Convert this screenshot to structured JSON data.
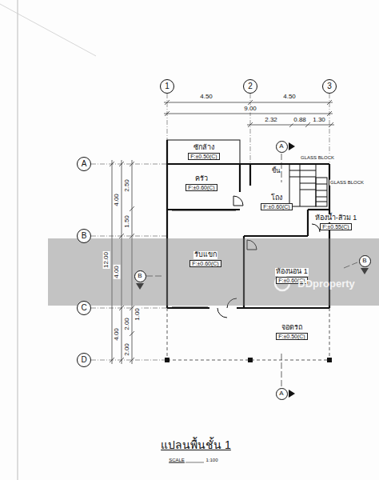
{
  "diagram": {
    "title": "แปลนพื้นชั้น 1",
    "nodes": [
      {
        "text": [
          "1"
        ]
      },
      {
        "text": [
          "2"
        ]
      },
      {
        "text": [
          "3"
        ]
      },
      {
        "text": [
          "A"
        ]
      },
      {
        "text": [
          "A"
        ]
      },
      {
        "text": [
          "ซักล้าง",
          "F:±0.50(C)"
        ]
      },
      {
        "text": [
          "ครัว",
          "F:±0.60(C)"
        ]
      },
      {
        "text": [
          "โถง",
          "F:±0.60(C)"
        ]
      },
      {
        "text": [
          "ห้องน้ำ-ส้วม 1",
          "F:±0.55(C)"
        ]
      },
      {
        "text": [
          "B"
        ]
      },
      {
        "text": [
          "B"
        ]
      },
      {
        "text": [
          "รับแขก",
          "F:±0.60(C)"
        ]
      },
      {
        "text": [
          "ห้องนอน 1",
          "F:±0.60(C)"
        ]
      },
      {
        "text": [
          "B"
        ]
      },
      {
        "text": [
          "C"
        ]
      },
      {
        "text": [
          "จอดรถ",
          "F:±0.50(C)"
        ]
      },
      {
        "text": [
          "D"
        ]
      },
      {
        "text": [
          "A"
        ]
      }
    ],
    "edges": [],
    "labels": [
      "4.50",
      "9.00",
      "4.50",
      "2.32",
      "0.88",
      "1.30",
      "12.00",
      "4.00",
      "4.00",
      "4.00",
      "2.50",
      "1.50",
      "1.00",
      "2.00",
      "2.00",
      "ขึ้น",
      "GLASS BLOCK",
      "GLASS BLOCK",
      "SCALE",
      "1:100",
      "DDproperty"
    ]
  }
}
